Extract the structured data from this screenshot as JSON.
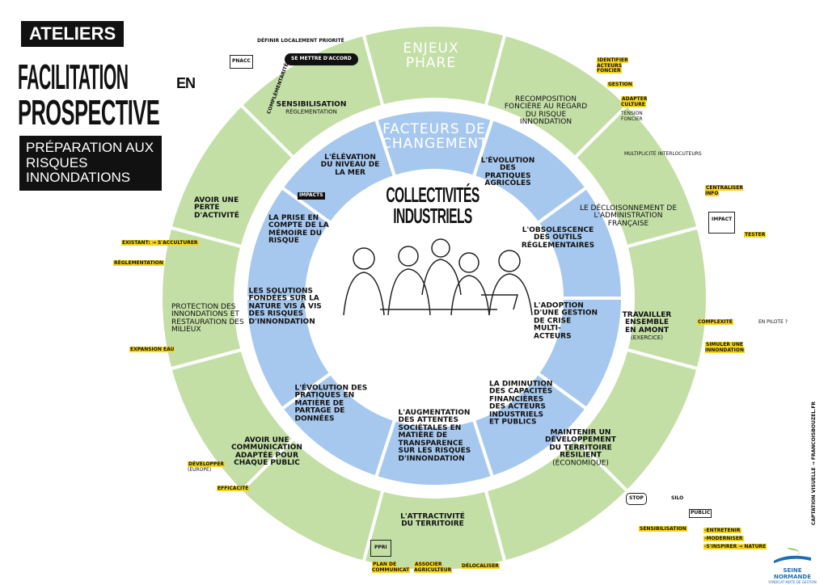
{
  "title": {
    "ateliers": "Ateliers",
    "line1": "Facilitation",
    "en": "en",
    "line2": "Prospective",
    "subtitle": "Préparation aux risques innondations"
  },
  "colors": {
    "green": "#c3dfa6",
    "blue": "#a7c8ee",
    "accent_red": "#e8432c",
    "highlight": "#f7d51d"
  },
  "center": {
    "title": "Collectivités industriels"
  },
  "outer_ring": {
    "title": "Enjeux phare",
    "items": [
      {
        "label": "Recomposition foncière au regard du risque innondation"
      },
      {
        "label": "Le décloisonnement de l'administration française"
      },
      {
        "label": "Travailler ensemble en amont",
        "sub": "(exercice)"
      },
      {
        "label": "Maintenir un développement du territoire résilient",
        "sub": "(économique)"
      },
      {
        "label": "L'attractivité du territoire"
      },
      {
        "label": "Avoir une communication adaptée pour chaque public"
      },
      {
        "label": "Protection des innondations et restauration des milieux"
      },
      {
        "label": "Avoir une perte d'activité"
      },
      {
        "label": "Sensibilisation",
        "sub": "Réglementation"
      }
    ]
  },
  "inner_ring": {
    "title": "Facteurs de changement",
    "items": [
      {
        "label": "L'évolution des pratiques agricoles"
      },
      {
        "label": "L'obsolescence des outils réglementaires"
      },
      {
        "label": "L'adoption d'une gestion de crise multi-acteurs"
      },
      {
        "label": "La diminution des capacités financières des acteurs industriels et publics"
      },
      {
        "label": "L'augmentation des attentes sociétales en matière de transparence sur les risques d'innondation"
      },
      {
        "label": "L'évolution des pratiques en matière de partage de données"
      },
      {
        "label": "Les solutions fondées sur la nature vis à vis des risques d'innondation"
      },
      {
        "label": "La prise en compte de la mémoire du risque"
      },
      {
        "label": "L'élévation du niveau de la mer"
      }
    ]
  },
  "notes": {
    "definir": "Définir localement priorité",
    "pnacc": "PNACC",
    "accord": "Se mettre d'accord",
    "complementarite": "Complémentarité",
    "impacts": "Impacts",
    "existant": "Existant: → s'acculturer",
    "reglementation": "Réglementation",
    "expansion": "Expansion eau",
    "developper": "Développer",
    "europe": "(Europe)",
    "efficacite": "Efficacité",
    "identifier": "Identifier acteurs foncier",
    "gestion": "Gestion",
    "adapter": "Adapter culture",
    "tension": "Tension foncier",
    "multiplicite": "Multiplicité interlocuteurs",
    "centraliser": "Centraliser info",
    "impact": "Impact",
    "tester": "Tester",
    "complexite": "Complexité",
    "pilote": "En pilote ?",
    "simuler": "Simuler une innondation",
    "stop": "Stop",
    "silo": "Silo",
    "public": "Public",
    "sensibilisation": "Sensibilisation",
    "entretenir": "-Entretenir",
    "moderniser": "-Moderniser",
    "inspirer": "-S'inspirer → nature",
    "ppri": "PPRI",
    "plan": "Plan de communicat",
    "associer": "Associer agriculteur",
    "delocaliser": "Délocaliser"
  },
  "credit": "Captation visuelle → francoisbouzel.fr",
  "logo": {
    "name": "Seine Normande",
    "tagline": "Syndicat mixte de gestion"
  }
}
